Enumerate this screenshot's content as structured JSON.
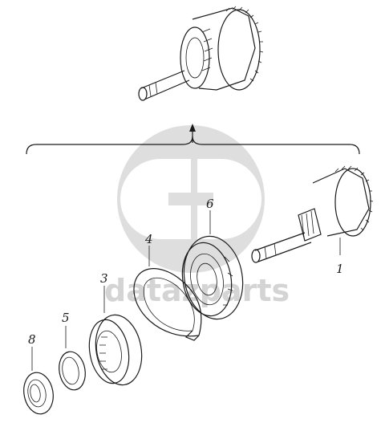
{
  "watermark": {
    "text": "datazparts",
    "color": "#d4d4d4"
  },
  "ink_color": "#1a1a1a",
  "callouts": [
    {
      "id": "1",
      "label": "1",
      "part": "input shaft gear"
    },
    {
      "id": "3",
      "label": "3",
      "part": "bearing"
    },
    {
      "id": "4",
      "label": "4",
      "part": "snap ring"
    },
    {
      "id": "5",
      "label": "5",
      "part": "spacer ring"
    },
    {
      "id": "6",
      "label": "6",
      "part": "bearing"
    },
    {
      "id": "8",
      "label": "8",
      "part": "oil seal"
    }
  ]
}
